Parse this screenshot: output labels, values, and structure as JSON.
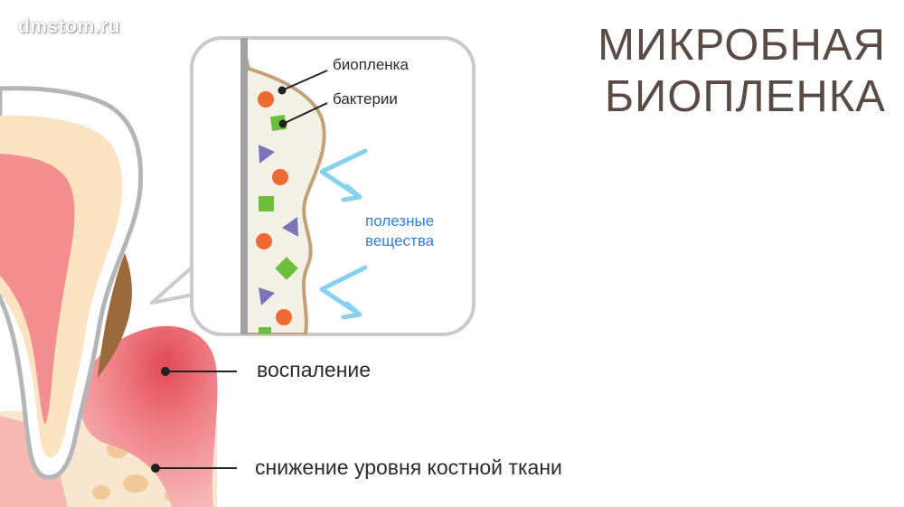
{
  "watermark": "dmstom.ru",
  "title": {
    "line1": "МИКРОБНАЯ",
    "line2": "БИОПЛЕНКА"
  },
  "labels": {
    "biofilm": "биопленка",
    "bacteria": "бактерии",
    "nutrients_line1": "полезные",
    "nutrients_line2": "вещества",
    "inflammation": "воспаление",
    "bone_loss": "снижение уровня костной ткани"
  },
  "colors": {
    "title": "#5b4a44",
    "nutrients_text": "#2f7fd6",
    "arrows": "#86d0f0",
    "biofilm_edge": "#c4a078",
    "gum_inflamed": "#e8606a",
    "bacteria_orange": "#ee6a33",
    "bacteria_green": "#6bbf3d",
    "bacteria_purple": "#7b74b8"
  }
}
